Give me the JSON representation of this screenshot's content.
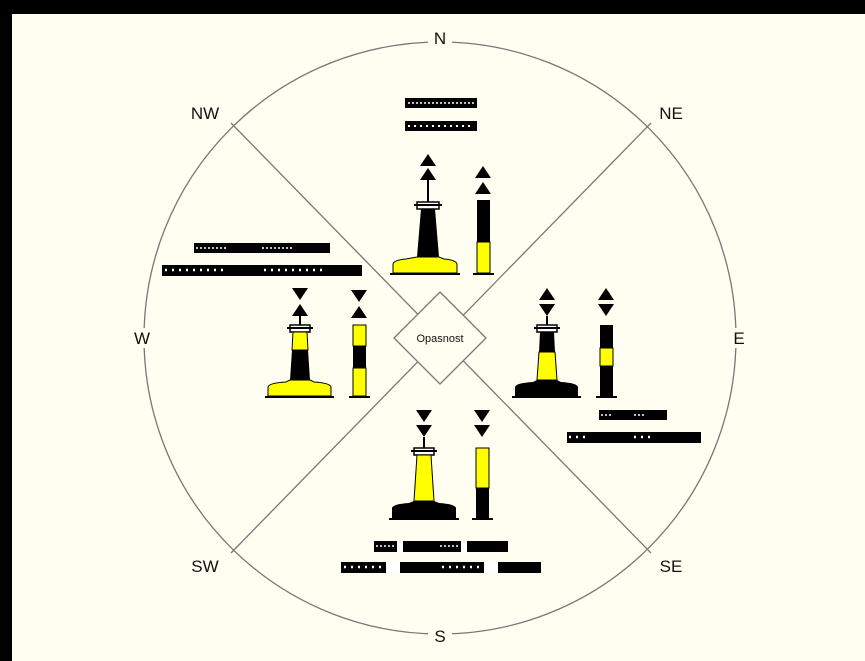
{
  "directions": {
    "n": "N",
    "ne": "NE",
    "e": "E",
    "se": "SE",
    "s": "S",
    "sw": "SW",
    "w": "W",
    "nw": "NW"
  },
  "center_label": "Opasnost",
  "colors": {
    "background": "#FFFEF0",
    "frame": "#000000",
    "buoy_black": "#000000",
    "buoy_yellow": "#FFFF00",
    "line": "#777777"
  },
  "marks": [
    {
      "id": "north",
      "topmark": "cones-up",
      "bands": [
        "black",
        "yellow"
      ]
    },
    {
      "id": "east",
      "topmark": "cones-base-to-base",
      "bands": [
        "black",
        "yellow",
        "black"
      ]
    },
    {
      "id": "south",
      "topmark": "cones-down",
      "bands": [
        "yellow",
        "black"
      ]
    },
    {
      "id": "west",
      "topmark": "cones-point-to-point",
      "bands": [
        "yellow",
        "black",
        "yellow"
      ]
    }
  ]
}
